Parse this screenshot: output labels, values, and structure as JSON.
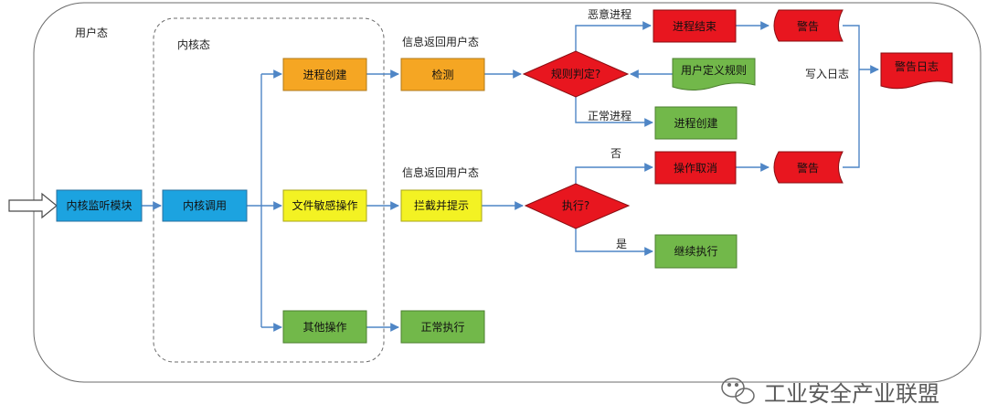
{
  "labels": {
    "user_mode": "用户态",
    "kernel_mode": "内核态",
    "info_return_1": "信息返回用户态",
    "info_return_2": "信息返回用户态",
    "malicious_process": "恶意进程",
    "normal_process": "正常进程",
    "no": "否",
    "yes": "是",
    "write_log": "写入日志"
  },
  "nodes": {
    "kernel_monitor": "内核监听模块",
    "kernel_call": "内核调用",
    "process_create": "进程创建",
    "file_sensitive_op": "文件敏感操作",
    "other_op": "其他操作",
    "detect": "检测",
    "intercept_prompt": "拦截并提示",
    "normal_exec": "正常执行",
    "rule_decision": "规则判定?",
    "execute_decision": "执行?",
    "user_defined_rules": "用户定义规则",
    "process_end": "进程结束",
    "process_create_2": "进程创建",
    "op_cancel": "操作取消",
    "continue_exec": "继续执行",
    "warning_1": "警告",
    "warning_2": "警告",
    "warning_log": "警告日志"
  },
  "watermark": {
    "text": "工业安全产业联盟"
  },
  "colors": {
    "blue": "#1ca3e0",
    "orange": "#f5a623",
    "yellow": "#f3f223",
    "green": "#72b84a",
    "red": "#e8161f",
    "arrow": "#4f86c6"
  }
}
